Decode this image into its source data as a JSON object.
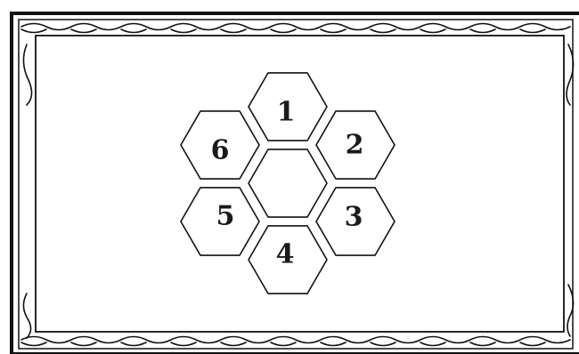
{
  "diagram": {
    "hexagons": [
      {
        "id": "top",
        "label": "1"
      },
      {
        "id": "upper-right",
        "label": "2"
      },
      {
        "id": "lower-right",
        "label": "3"
      },
      {
        "id": "bottom",
        "label": "4"
      },
      {
        "id": "lower-left",
        "label": "5"
      },
      {
        "id": "upper-left",
        "label": "6"
      },
      {
        "id": "center",
        "label": ""
      }
    ],
    "colors": {
      "ink": "#111111",
      "background": "#ffffff"
    }
  }
}
